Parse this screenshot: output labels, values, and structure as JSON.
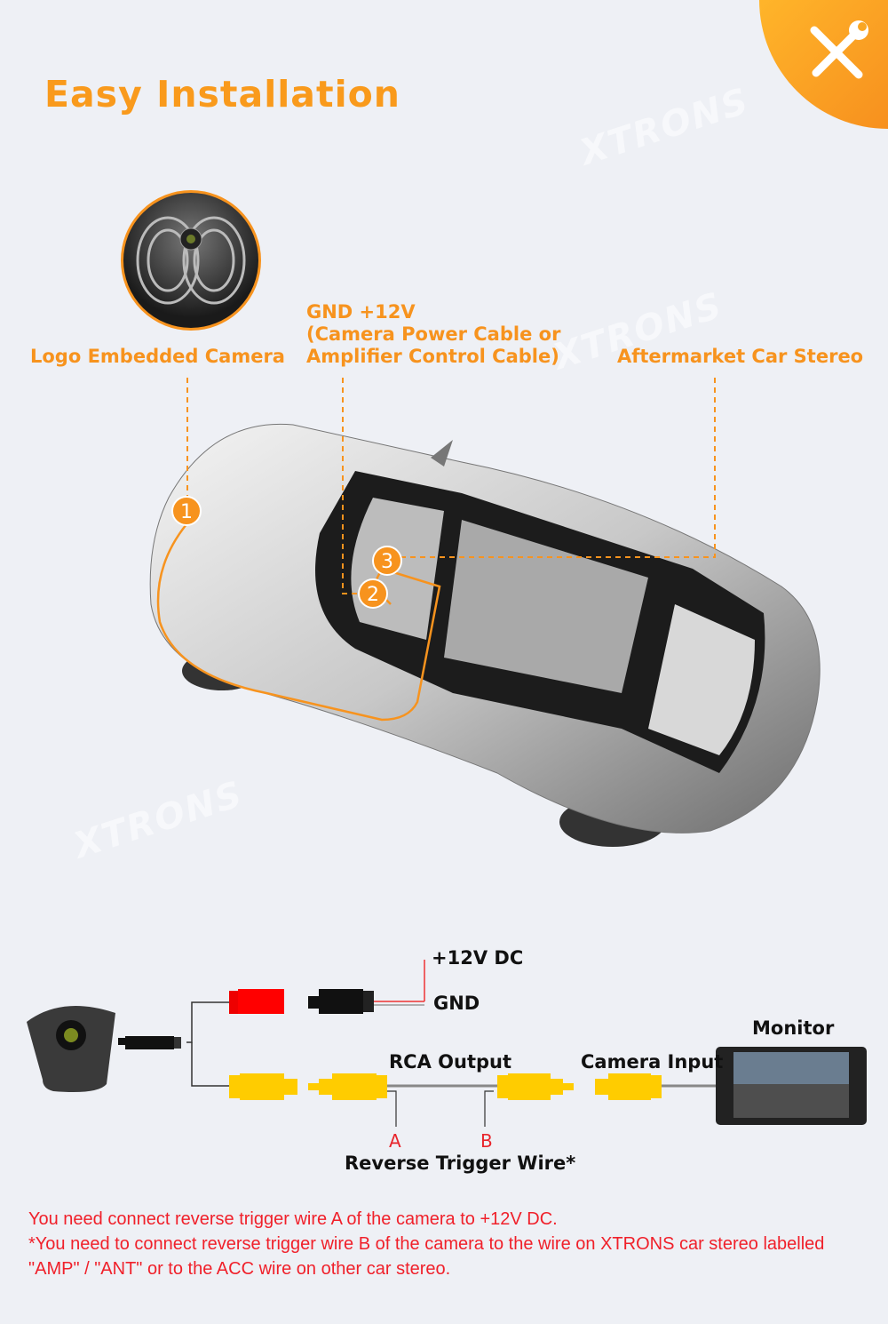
{
  "title": "Easy Installation",
  "labels": {
    "camera": "Logo Embedded Camera",
    "power_line1": "GND +12V",
    "power_line2": "(Camera Power Cable or",
    "power_line3": "Amplifier Control Cable)",
    "stereo": "Aftermarket Car Stereo"
  },
  "markers": [
    "1",
    "2",
    "3"
  ],
  "watermark": "XTRONS",
  "wiring": {
    "plus12": "+12V DC",
    "gnd": "GND",
    "rca_output": "RCA Output",
    "camera_input": "Camera Input",
    "monitor": "Monitor",
    "wire_a": "A",
    "wire_b": "B",
    "reverse_trigger": "Reverse Trigger Wire*"
  },
  "notes": [
    "You need connect reverse trigger wire A of the camera to +12V DC.",
    "*You need to connect reverse trigger wire B of the camera to the wire on XTRONS car stereo labelled",
    "\"AMP\" / \"ANT\" or to the ACC wire on other car stereo."
  ],
  "colors": {
    "accent": "#f7931e",
    "note": "#f0202a",
    "rca": "#ffcc00",
    "power": "#ff0000"
  }
}
